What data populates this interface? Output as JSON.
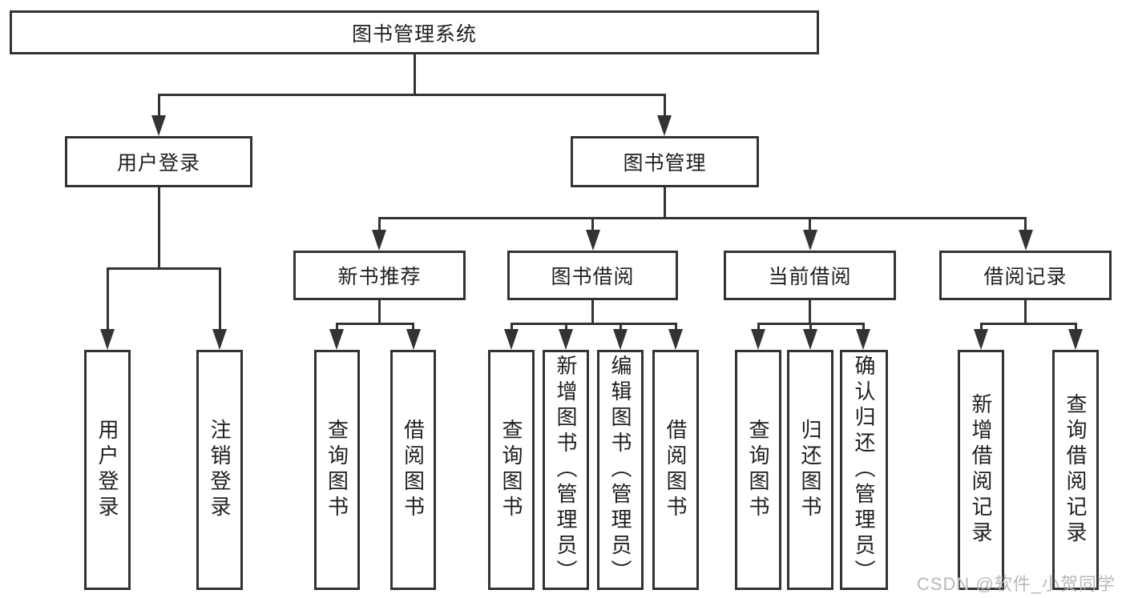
{
  "title": "图书管理系统",
  "watermark": "CSDN @软件_小贺同学",
  "colors": {
    "line": "#333333",
    "text": "#1f1f1f",
    "watermark": "#b9b9b9",
    "background": "#ffffff"
  },
  "nodes": {
    "root": "图书管理系统",
    "user_login": "用户登录",
    "book_mgmt": "图书管理",
    "new_book": "新书推荐",
    "book_borrow": "图书借阅",
    "current_borrow": "当前借阅",
    "borrow_records": "借阅记录"
  },
  "leaves": {
    "user_login": [
      "用户登录",
      "注销登录"
    ],
    "new_book": [
      "查询图书",
      "借阅图书"
    ],
    "book_borrow": [
      "查询图书",
      "新增图书（管理员）",
      "编辑图书（管理员）",
      "借阅图书"
    ],
    "current_borrow": [
      "查询图书",
      "归还图书",
      "确认归还（管理员）"
    ],
    "borrow_records": [
      "新增借阅记录",
      "查询借阅记录"
    ]
  }
}
